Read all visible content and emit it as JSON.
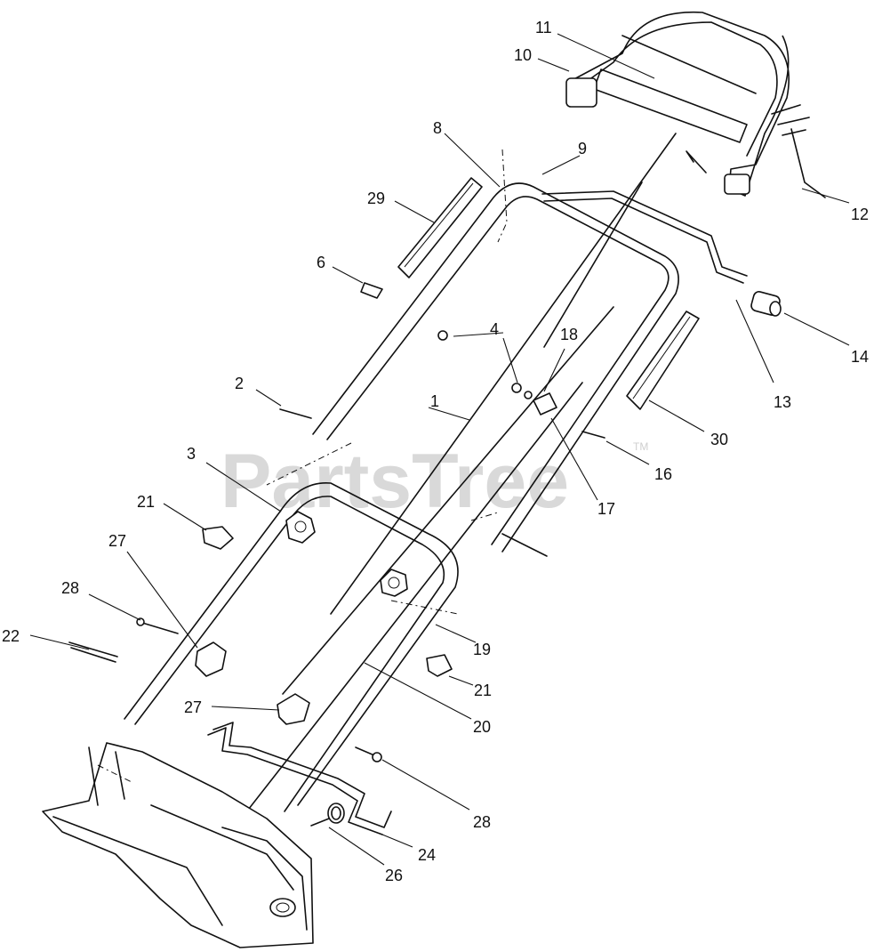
{
  "watermark": {
    "text": "PartsTree",
    "mark": "TM"
  },
  "callouts": [
    {
      "id": "c1",
      "label": "1"
    },
    {
      "id": "c2",
      "label": "2"
    },
    {
      "id": "c3",
      "label": "3"
    },
    {
      "id": "c4",
      "label": "4"
    },
    {
      "id": "c6",
      "label": "6"
    },
    {
      "id": "c8",
      "label": "8"
    },
    {
      "id": "c9",
      "label": "9"
    },
    {
      "id": "c10",
      "label": "10"
    },
    {
      "id": "c11",
      "label": "11"
    },
    {
      "id": "c12",
      "label": "12"
    },
    {
      "id": "c13",
      "label": "13"
    },
    {
      "id": "c14",
      "label": "14"
    },
    {
      "id": "c16",
      "label": "16"
    },
    {
      "id": "c17",
      "label": "17"
    },
    {
      "id": "c18",
      "label": "18"
    },
    {
      "id": "c19",
      "label": "19"
    },
    {
      "id": "c20",
      "label": "20"
    },
    {
      "id": "c21a",
      "label": "21"
    },
    {
      "id": "c21b",
      "label": "21"
    },
    {
      "id": "c22",
      "label": "22"
    },
    {
      "id": "c24",
      "label": "24"
    },
    {
      "id": "c26",
      "label": "26"
    },
    {
      "id": "c27a",
      "label": "27"
    },
    {
      "id": "c27b",
      "label": "27"
    },
    {
      "id": "c28a",
      "label": "28"
    },
    {
      "id": "c28b",
      "label": "28"
    },
    {
      "id": "c29",
      "label": "29"
    },
    {
      "id": "c30",
      "label": "30"
    }
  ]
}
